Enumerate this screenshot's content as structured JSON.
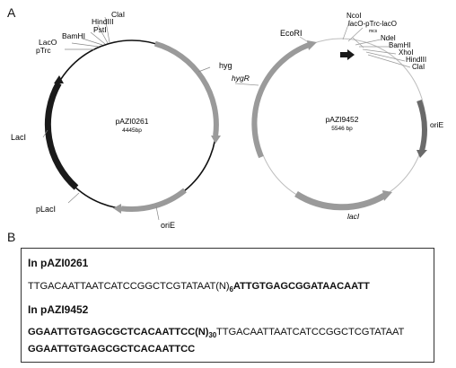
{
  "panels": {
    "a": "A",
    "b": "B"
  },
  "plasmid1": {
    "name": "pAZI0261",
    "size": "4445bp",
    "labels": {
      "clai": "ClaI",
      "hindiii": "HindIII",
      "psti": "PstI",
      "bamhi": "BamHI",
      "laco": "LacO",
      "ptrc": "pTrc",
      "hyg": "hyg",
      "laci": "LacI",
      "placi": "pLacI",
      "orie": "oriE"
    }
  },
  "plasmid2": {
    "name": "pAZI9452",
    "size": "5546 bp",
    "labels": {
      "ecori": "EcoRI",
      "hygr": "hygR",
      "ncoi": "NcoI",
      "promoter": "lacO-pTrc-lacO",
      "mcs": "mcs",
      "ndei": "NdeI",
      "bamhi": "BamHI",
      "xhoi": "XhoI",
      "hindiii": "HindIII",
      "clai": "ClaI",
      "orie": "oriE",
      "laci": "lacI"
    }
  },
  "sequences": {
    "p1_heading": "In pAZI0261",
    "p1_line_a": "TTGACAATTAATCATCCGGCTCGTATAAT(N)",
    "p1_line_sub": "6",
    "p1_line_b": "ATTGTGAGCGGATAACAATT",
    "p2_heading": "In pAZI9452",
    "p2_line1_a": "GGAATTGTGAGCGCTCACAATTCC(N)",
    "p2_line1_sub": "30",
    "p2_line1_b": "TTGACAATTAATCATCCGGCTCGTATAAT",
    "p2_line2": "GGAATTGTGAGCGCTCACAATTCC"
  }
}
